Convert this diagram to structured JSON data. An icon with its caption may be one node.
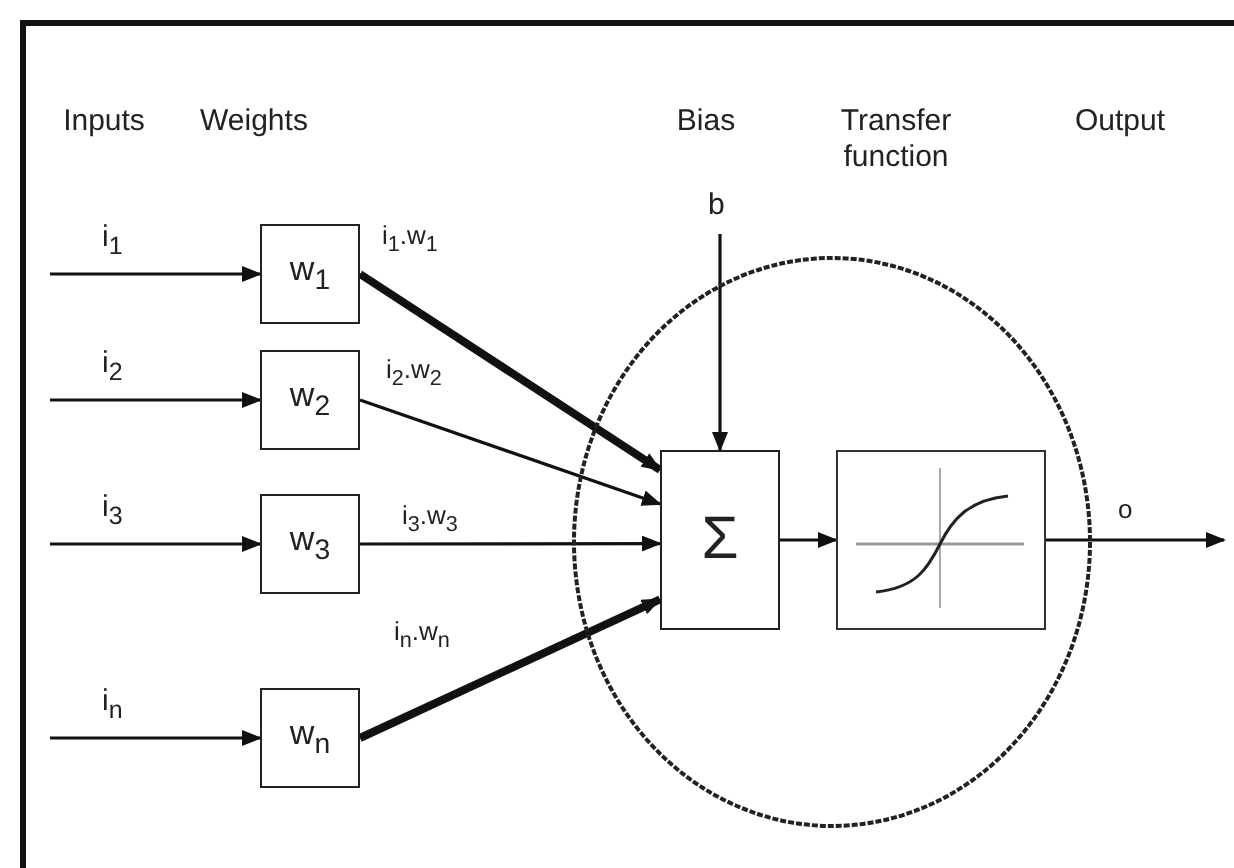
{
  "diagram": {
    "nodes": [
      {
        "text": [
          "i$_{1}$"
        ]
      },
      {
        "text": [
          "w$_{1}$"
        ]
      },
      {
        "text": [
          "i$_{2}$"
        ]
      },
      {
        "text": [
          "w$_{2}$"
        ]
      },
      {
        "text": [
          "i$_{3}$"
        ]
      },
      {
        "text": [
          "w$_{3}$"
        ]
      },
      {
        "text": [
          "i$_{n}$"
        ]
      },
      {
        "text": [
          "w$_{n}$"
        ]
      },
      {
        "text": [
          "b"
        ]
      },
      {
        "text": [],
        "shape": "circle"
      },
      {
        "text": [
          "Σ"
        ],
        "in": 9
      },
      {
        "text": [],
        "shape": "box",
        "in": 9
      }
    ],
    "edges": [
      {
        "from": 0,
        "to": 1,
        "arrow": "to"
      },
      {
        "from": 2,
        "to": 3,
        "arrow": "to"
      },
      {
        "from": 4,
        "to": 5,
        "arrow": "to"
      },
      {
        "from": 6,
        "to": 7,
        "arrow": "to"
      },
      {
        "from": 1,
        "to": 10,
        "arrow": "to",
        "label": "i$_{1}$.w$_{1}$",
        "style": "thick"
      },
      {
        "from": 3,
        "to": 10,
        "arrow": "to",
        "label": "i$_{2}$.w$_{2}$"
      },
      {
        "from": 5,
        "to": 10,
        "arrow": "to",
        "label": "i$_{3}$.w$_{3}$"
      },
      {
        "from": 7,
        "to": 10,
        "arrow": "to",
        "label": "i$_{n}$.w$_{n}$",
        "style": "thick"
      },
      {
        "from": 8,
        "to": 10,
        "arrow": "to"
      },
      {
        "from": 10,
        "to": 11,
        "arrow": "to"
      },
      {
        "from": 11,
        "to": null,
        "arrow": "to",
        "label": "o"
      }
    ],
    "labels": [
      "Inputs",
      "Weights",
      "Bias",
      "Transfer function",
      "Output"
    ]
  }
}
